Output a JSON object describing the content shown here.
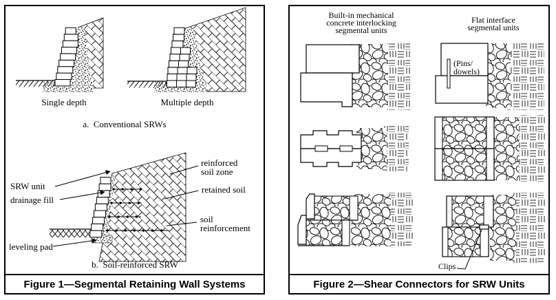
{
  "figure1": {
    "title": "Figure 1—Segmental Retaining Wall Systems",
    "caption_a": "a.  Conventional SRWs",
    "caption_b": "b.  Soil-reinforced SRW",
    "single_depth_label": "Single depth",
    "multiple_depth_label": "Multiple depth",
    "labels": {
      "srw_unit": "SRW unit",
      "drainage_fill": "drainage fill",
      "leveling_pad": "leveling pad",
      "reinforced_soil_zone": [
        "reinforced",
        "soil zone"
      ],
      "retained_soil": "retained soil",
      "soil_reinforcement": [
        "soil",
        "reinforcement"
      ]
    }
  },
  "figure2": {
    "title": "Figure 2—Shear Connectors for SRW Units",
    "header_left": [
      "Built-in mechanical",
      "concrete interlocking",
      "segmental units"
    ],
    "header_right": [
      "Flat interface",
      "segmental units"
    ],
    "pins_label": [
      "(Pins/",
      "dowels)"
    ],
    "clips_label": "Clips"
  },
  "colors": {
    "ink": "#000000",
    "paper": "#ffffff",
    "hatch_gray": "#555555"
  }
}
